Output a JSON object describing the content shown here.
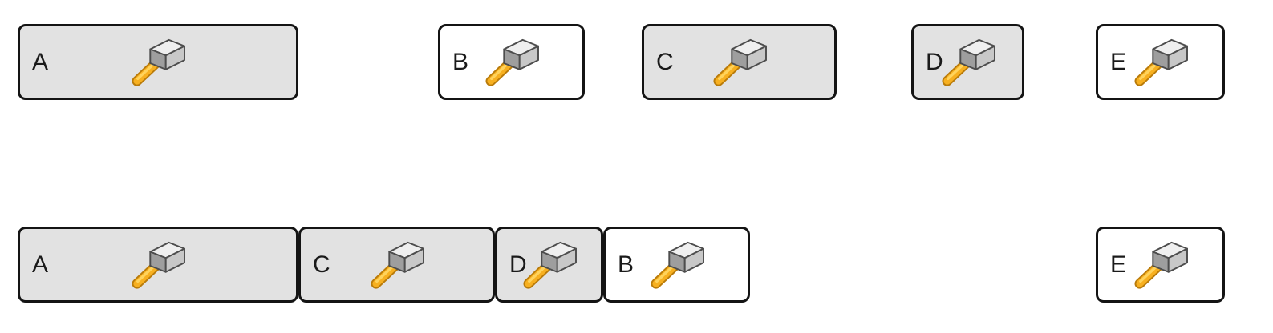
{
  "activity": {
    "description_visible_text_only": "",
    "rows": [
      {
        "name": "top-row",
        "items": [
          {
            "label": "A",
            "variant": "gray",
            "icon": "hammer"
          },
          {
            "label": "B",
            "variant": "white",
            "icon": "hammer"
          },
          {
            "label": "C",
            "variant": "gray",
            "icon": "hammer"
          },
          {
            "label": "D",
            "variant": "gray",
            "icon": "hammer"
          },
          {
            "label": "E",
            "variant": "white",
            "icon": "hammer"
          }
        ]
      },
      {
        "name": "bottom-row",
        "items": [
          {
            "label": "A",
            "variant": "gray",
            "icon": "hammer"
          },
          {
            "label": "C",
            "variant": "gray",
            "icon": "hammer"
          },
          {
            "label": "D",
            "variant": "gray",
            "icon": "hammer"
          },
          {
            "label": "B",
            "variant": "white",
            "icon": "hammer"
          },
          {
            "label": "E",
            "variant": "white",
            "icon": "hammer"
          }
        ]
      }
    ],
    "colors": {
      "tile_gray": "#e2e2e2",
      "tile_white": "#ffffff",
      "tile_border": "#141414",
      "hammer_handle": "#f7b020",
      "hammer_handle_dark": "#b97b0a",
      "hammer_handle_highlight": "#ffd35c",
      "hammer_head_top": "#efefef",
      "hammer_head_front": "#9e9e9e",
      "hammer_head_side": "#c8c8c8"
    }
  }
}
